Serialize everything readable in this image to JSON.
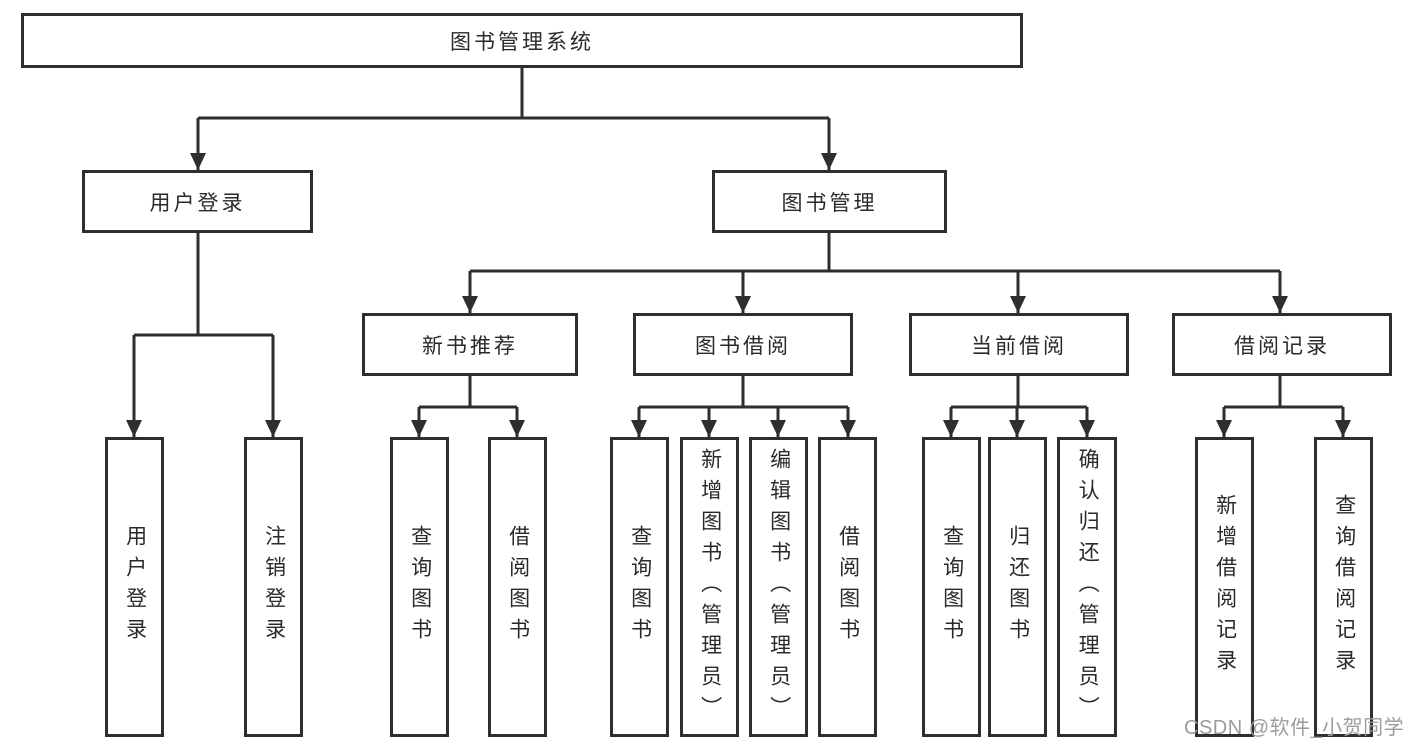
{
  "diagram": {
    "title": "图书管理系统",
    "level2": [
      {
        "label": "用户登录",
        "children": [
          {
            "label": "用户登录"
          },
          {
            "label": "注销登录"
          }
        ]
      },
      {
        "label": "图书管理",
        "children": [
          {
            "label": "新书推荐",
            "children": [
              {
                "label": "查询图书"
              },
              {
                "label": "借阅图书"
              }
            ]
          },
          {
            "label": "图书借阅",
            "children": [
              {
                "label": "查询图书"
              },
              {
                "label": "新增图书（管理员）"
              },
              {
                "label": "编辑图书（管理员）"
              },
              {
                "label": "借阅图书"
              }
            ]
          },
          {
            "label": "当前借阅",
            "children": [
              {
                "label": "查询图书"
              },
              {
                "label": "归还图书"
              },
              {
                "label": "确认归还（管理员）"
              }
            ]
          },
          {
            "label": "借阅记录",
            "children": [
              {
                "label": "新增借阅记录"
              },
              {
                "label": "查询借阅记录"
              }
            ]
          }
        ]
      }
    ]
  },
  "watermark": "CSDN @软件_小贺同学",
  "colors": {
    "line": "#2e2e2e",
    "text": "#2a2a2a",
    "watermark": "#9c9c9c",
    "background": "#ffffff"
  }
}
